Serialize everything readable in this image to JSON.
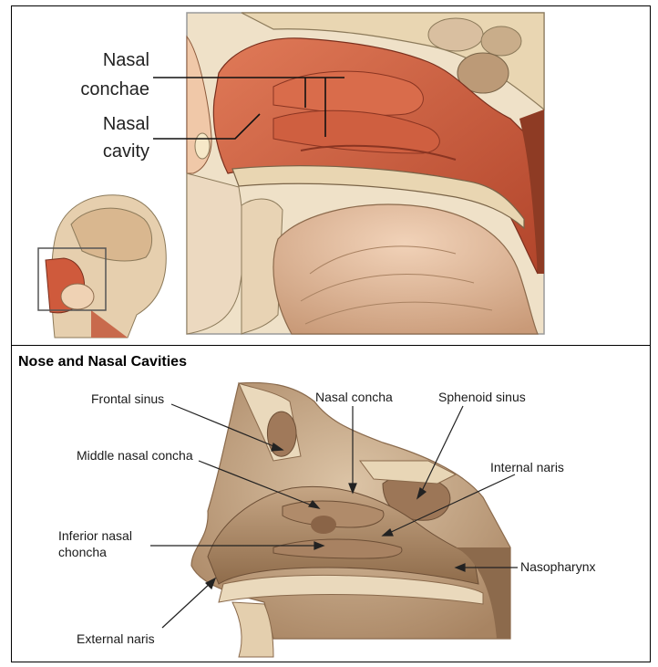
{
  "top_panel": {
    "labels": {
      "nasal_conchae_line1": "Nasal",
      "nasal_conchae_line2": "conchae",
      "nasal_cavity_line1": "Nasal",
      "nasal_cavity_line2": "cavity"
    }
  },
  "bottom_panel": {
    "title": "Nose and Nasal Cavities",
    "labels": {
      "frontal_sinus": "Frontal sinus",
      "nasal_concha": "Nasal concha",
      "sphenoid_sinus": "Sphenoid sinus",
      "middle_nasal_concha": "Middle nasal concha",
      "internal_naris": "Internal naris",
      "inferior_nasal_concha_line1": "Inferior nasal",
      "inferior_nasal_concha_line2": "choncha",
      "nasopharynx": "Nasopharynx",
      "external_naris": "External naris"
    }
  },
  "colors": {
    "tissue_red": "#c85a3c",
    "tissue_pink": "#e59a7c",
    "bone_cream": "#eedfbf",
    "sepia_dark": "#8a6a4c",
    "sepia_light": "#d9c3a4"
  }
}
